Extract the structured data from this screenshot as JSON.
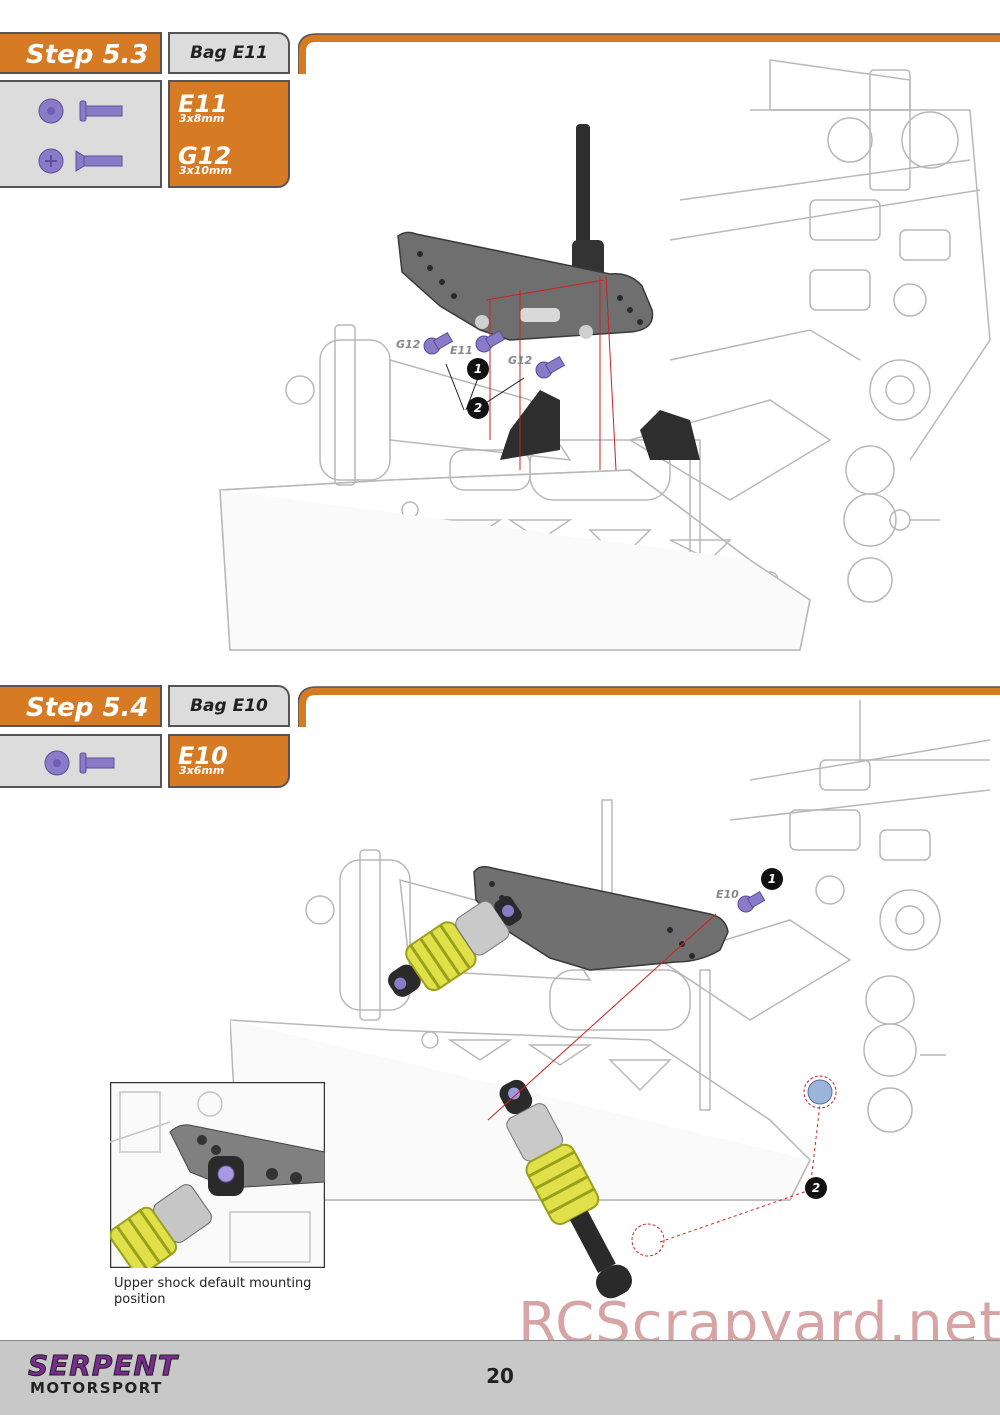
{
  "steps": [
    {
      "step_label": "Step 5.3",
      "bag_label": "Bag E11",
      "parts": [
        {
          "code": "E11",
          "size": "3x8mm",
          "icon": "button-head-screw-icon"
        },
        {
          "code": "G12",
          "size": "3x10mm",
          "icon": "countersunk-screw-icon"
        }
      ],
      "callouts": [
        "G12",
        "E11",
        "G12"
      ],
      "markers": [
        "1",
        "2"
      ]
    },
    {
      "step_label": "Step 5.4",
      "bag_label": "Bag E10",
      "parts": [
        {
          "code": "E10",
          "size": "3x6mm",
          "icon": "button-head-screw-icon"
        }
      ],
      "callouts": [
        "E10"
      ],
      "markers": [
        "1",
        "2"
      ],
      "inset_caption": "Upper shock default mounting position"
    }
  ],
  "footer": {
    "logo_line1": "SERPENT",
    "logo_line2": "MOTORSPORT",
    "page_number": "20"
  },
  "watermark": "RCScrapyard.net",
  "colors": {
    "accent_orange": "#d67a24",
    "panel_grey": "#dcdcdc",
    "screw_purple": "#8a7bc8",
    "spring_yellow": "#d8e040",
    "logo_purple": "#7b2a8f"
  }
}
